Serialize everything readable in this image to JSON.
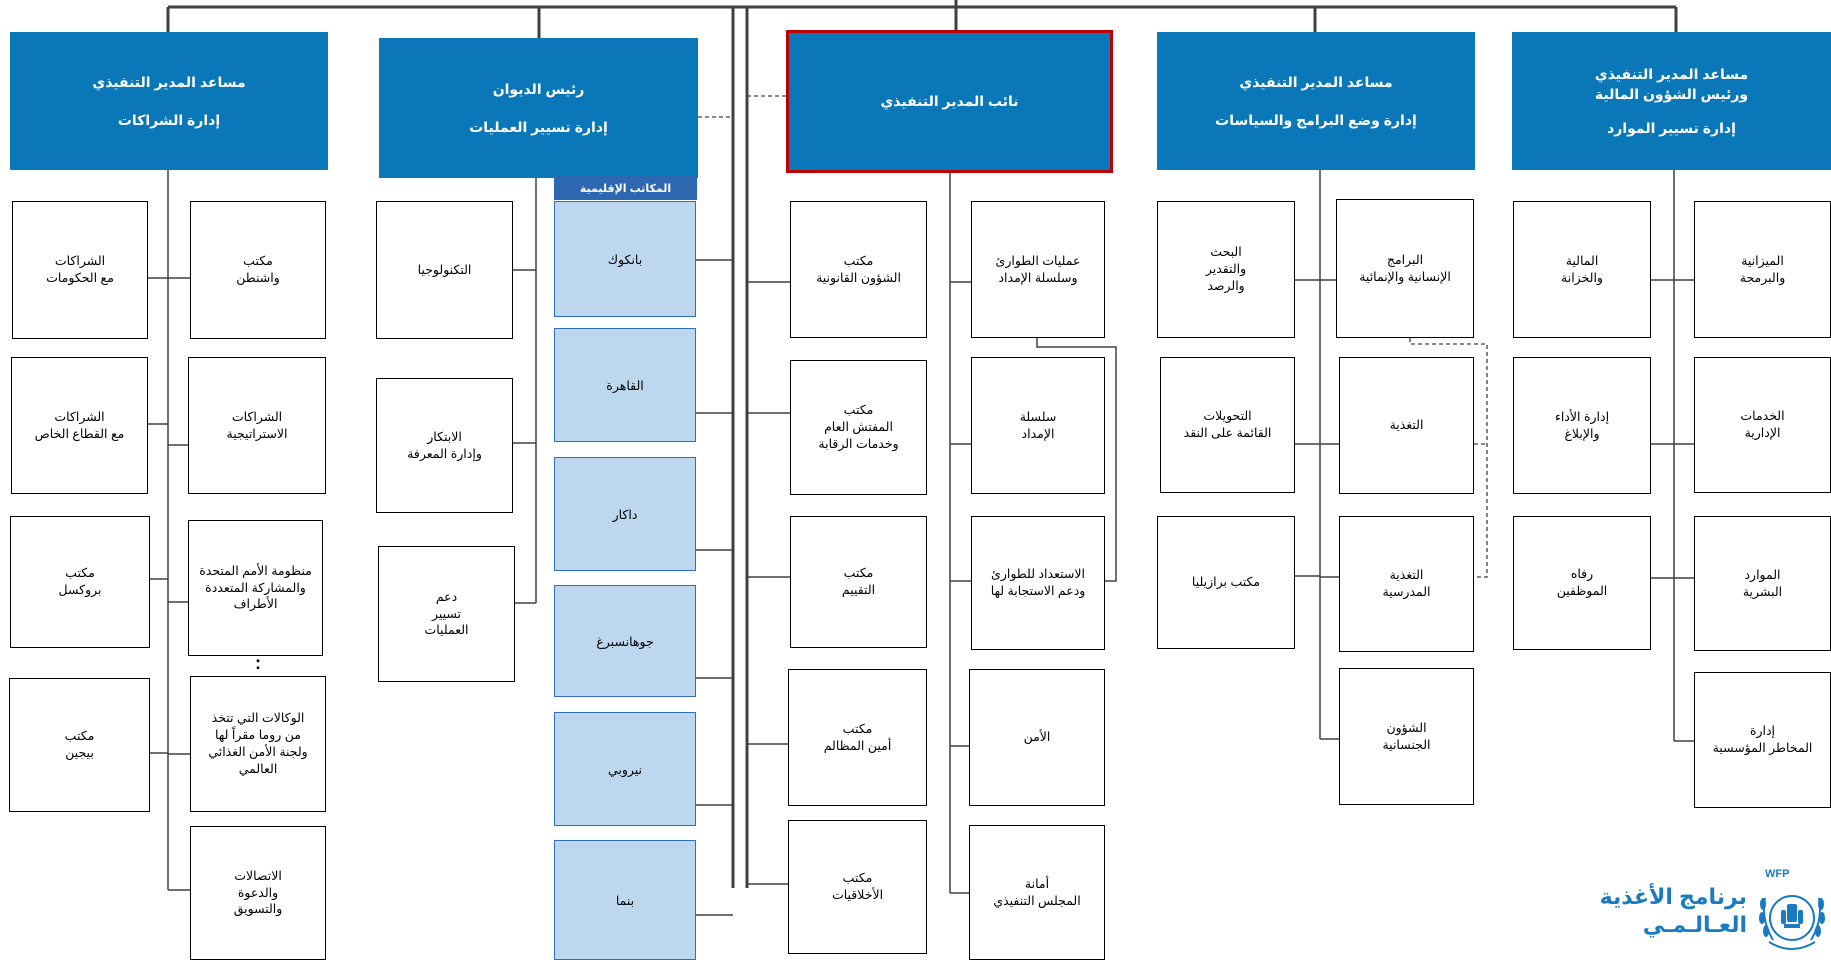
{
  "headers": {
    "resources": {
      "line1": "مساعد المدير التنفيذي",
      "line2": "ورئيس الشؤون المالية",
      "sub": "إدارة تسيير الموارد"
    },
    "programmes": {
      "line1": "مساعد المدير التنفيذي",
      "sub": "إدارة وضع البرامج والسياسات"
    },
    "deputy": {
      "line1": "نائب المدير التنفيذي"
    },
    "chief_of_staff": {
      "line1": "رئيس الديوان",
      "sub": "إدارة تسيير العمليات"
    },
    "partnerships": {
      "line1": "مساعد المدير التنفيذي",
      "sub": "إدارة الشراكات"
    }
  },
  "resources": {
    "inner": [
      "الميزانية\nوالبرمجة",
      "الخدمات\nالإدارية",
      "الموارد\nالبشرية",
      "إدارة\nالمخاطر المؤسسية"
    ],
    "outer": [
      "المالية\nوالخزانة",
      "إدارة الأداء\nوالإبلاغ",
      "رفاه\nالموظفين"
    ]
  },
  "programmes": {
    "inner": [
      "البرامج\nالإنسانية والإنمائية",
      "التغذية",
      "التغذية\nالمدرسية",
      "الشؤون\nالجنسانية"
    ],
    "outer": [
      "البحث\nوالتقدير\nوالرصد",
      "التحويلات\nالقائمة على النقد",
      "مكتب برازيليا"
    ]
  },
  "deputy": {
    "right": [
      "عمليات الطوارئ\nوسلسلة الإمداد",
      "سلسلة\nالإمداد",
      "الاستعداد للطوارئ\nودعم الاستجابة لها",
      "الأمن",
      "أمانة\nالمجلس التنفيذي"
    ],
    "left": [
      "مكتب\nالشؤون القانونية",
      "مكتب\nالمفتش العام\nوخدمات الرقابة",
      "مكتب\nالتقييم",
      "مكتب\nأمين المظالم",
      "مكتب\nالأخلاقيات"
    ]
  },
  "regional": {
    "title": "المكاتب الإقليمية",
    "offices": [
      "بانكوك",
      "القاهرة",
      "داكار",
      "جوهانسبرغ",
      "نيروبي",
      "بنما"
    ]
  },
  "chief_of_staff": {
    "units": [
      "التكنولوجيا",
      "الابتكار\nوإدارة المعرفة",
      "دعم\nتسيير\nالعمليات"
    ]
  },
  "partnerships": {
    "inner": [
      "مكتب\nواشنطن",
      "الشراكات\nالاستراتيجية",
      "منظومة الأمم المتحدة\nوالمشاركة المتعددة\nالأطراف",
      "الوكالات التي تتخذ\nمن روما مقراً لها\nولجنة الأمن الغذائي\nالعالمي",
      "الاتصالات\nوالدعوة\nوالتسويق"
    ],
    "outer": [
      "الشراكات\nمع الحكومات",
      "الشراكات\nمع القطاع الخاص",
      "مكتب\nبروكسل",
      "مكتب\nبيجين"
    ],
    "ellipsis": ":"
  },
  "logo": {
    "line1": "برنامج الأغذية",
    "line2": "العـالـمـي",
    "acronym": "WFP",
    "emblem": "wheat-wreath-icon"
  },
  "colors": {
    "header_blue": "#0a78b8",
    "regional_fill": "#bdd7ee",
    "regional_header": "#2e67b1",
    "deputy_border": "#c00000",
    "logo_blue": "#1a7bc1"
  }
}
